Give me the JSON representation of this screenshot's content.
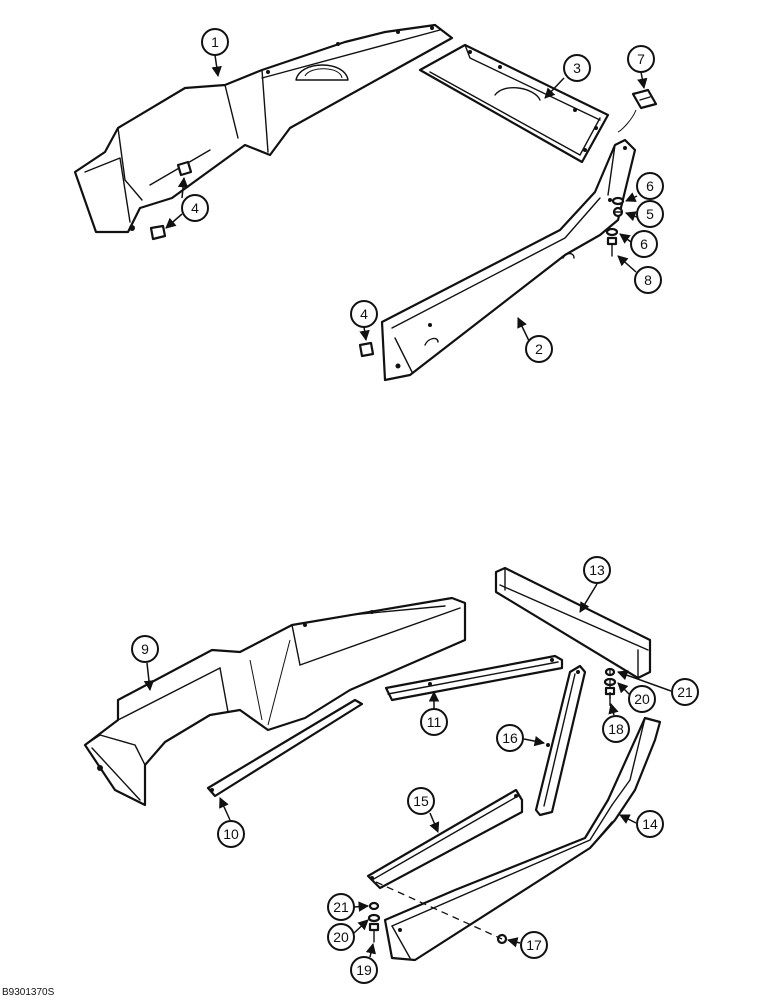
{
  "figure_ref": "B9301370S",
  "callouts": {
    "c1": "1",
    "c2": "2",
    "c3": "3",
    "c4a": "4",
    "c4b": "4",
    "c5": "5",
    "c6a": "6",
    "c6b": "6",
    "c7": "7",
    "c8": "8",
    "c9": "9",
    "c10": "10",
    "c11": "11",
    "c13": "13",
    "c14": "14",
    "c15": "15",
    "c16": "16",
    "c17": "17",
    "c18": "18",
    "c19": "19",
    "c20a": "20",
    "c20b": "20",
    "c21a": "21",
    "c21b": "21"
  }
}
